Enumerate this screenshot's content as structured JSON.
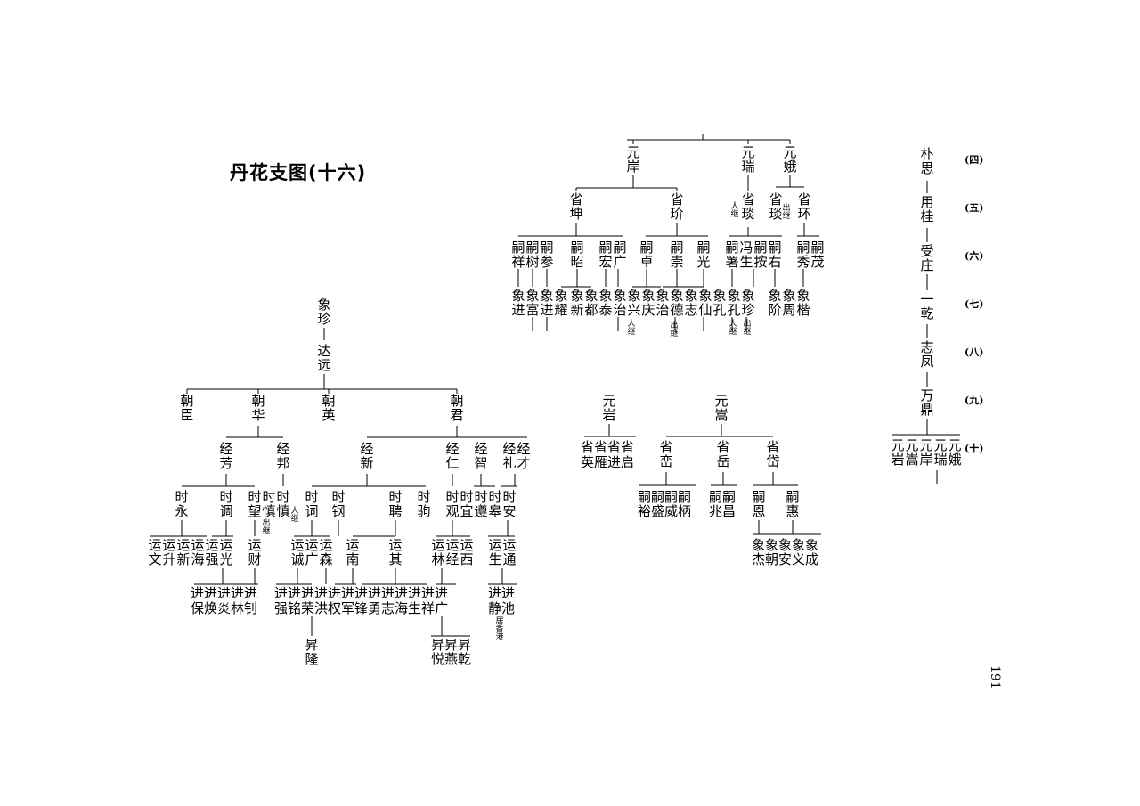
{
  "title": "丹花支图(十六)",
  "page_number": "191",
  "generations": [
    "(四)",
    "(五)",
    "(六)",
    "(七)",
    "(八)",
    "(九)",
    "(十)"
  ],
  "lineage": {
    "n1": "朴思",
    "n2": "用桂",
    "n3": "受庄",
    "n4": "一乾",
    "n5": "志凤",
    "n6": "万鼎",
    "n7": "元岩",
    "n8": "元嵩",
    "n9": "元岸",
    "n10": "元瑞",
    "n11": "元娥"
  },
  "upper": {
    "yuan_an": "元岸",
    "yuan_rui": "元瑞",
    "yuan_e": "元娥",
    "sheng_kun": "省坤",
    "sheng_jie": "省玠",
    "sheng_tan": "省琰",
    "sheng_tan_note": "人继",
    "sheng_tan2": "省琰",
    "sheng_tan2_note": "出继",
    "sheng_huan": "省环",
    "si_xiang": "嗣祥",
    "si_shu": "嗣树",
    "si_can": "嗣参",
    "si_zhao": "嗣昭",
    "si_hong": "嗣宏",
    "si_guang": "嗣广",
    "si_zhuo": "嗣卓",
    "si_chong": "嗣崇",
    "si_guang2": "嗣光",
    "si_shu2": "嗣署",
    "si_feng": "冯生",
    "si_an": "嗣按",
    "si_you": "嗣右",
    "si_xiu": "嗣秀",
    "si_mao": "嗣茂",
    "x_jin": "象进",
    "x_fu": "象富",
    "x_jin2": "象进",
    "x_yao": "象耀",
    "x_xin": "象新",
    "x_du": "象都",
    "x_tai": "象泰",
    "x_zhi": "象治",
    "x_zhi_note": "人继",
    "x_xing": "象兴",
    "x_qing": "象庆",
    "x_zhi2": "象治",
    "x_zhi2_note": "出继",
    "x_de": "象德",
    "x_zhi3": "象志",
    "x_xian": "象仙",
    "x_kong": "象孔",
    "x_kong2": "象孔",
    "x_kong2_note": "人继",
    "x_zhen": "象珍",
    "x_zhen_note": "出继",
    "x_jie": "象阶",
    "x_zhou": "象周",
    "x_kai": "象楷"
  },
  "left": {
    "xiang_zhen": "象珍",
    "da_yuan": "达远",
    "chao_chen": "朝臣",
    "chao_hua": "朝华",
    "chao_ying": "朝英",
    "chao_jun": "朝君",
    "jing_fang": "经芳",
    "jing_bang": "经邦",
    "jing_xin": "经新",
    "jing_ren": "经仁",
    "jing_zhi": "经智",
    "jing_li": "经礼",
    "jing_cai": "经才",
    "shi_yong": "时永",
    "shi_tiao": "时调",
    "shi_wang": "时望",
    "shi_shen": "时慎",
    "shi_shen_note": "出继",
    "shi_shen2_note": "人继",
    "shi_ci": "时词",
    "shi_gang": "时钢",
    "shi_pin": "时聘",
    "shi_ju": "时驹",
    "shi_guan": "时观",
    "shi_yi": "时宜",
    "shi_zun": "时遵",
    "shi_gao": "时皋",
    "shi_an": "时安",
    "yun_wen": "运文",
    "yun_sheng": "运升",
    "yun_xin": "运新",
    "yun_hai": "运海",
    "yun_qiang": "运强",
    "yun_guang": "运光",
    "yun_cai": "运财",
    "yun_cheng": "运诚",
    "yun_guang2": "运广",
    "yun_sen": "运森",
    "yun_nan": "运南",
    "yun_qi": "运其",
    "yun_lin": "运林",
    "yun_jing": "运经",
    "yun_xi": "运西",
    "yun_sheng2": "运生",
    "yun_tong": "运通",
    "jin_row1": "进进进进进",
    "jin_names1": "保焕炎林钊",
    "jin_row2": "进进进进进进进进进进进进进",
    "jin_names2": "强铭荣洪权军锋勇志海生祥广",
    "jin_row3": "进进",
    "jin_names3": "静池",
    "jin_note3": "居香港",
    "sheng_long": "昇隆",
    "sheng_row": "昇昇昇",
    "sheng_names": "悦燕乾"
  },
  "mid": {
    "yuan_yan": "元岩",
    "yuan_song": "元嵩",
    "sheng_row": "省省省省",
    "sheng_names": "英雁进启",
    "sheng_mi": "省峦",
    "sheng_yue": "省岳",
    "sheng_dai": "省岱",
    "si_row1": "嗣嗣嗣嗣",
    "si_names1": "裕盛威柄",
    "si_row2": "嗣嗣",
    "si_names2": "兆昌",
    "si_en": "嗣恩",
    "si_hui": "嗣惠",
    "xiang_row": "象象象象象",
    "xiang_names": "杰朝安义成"
  }
}
